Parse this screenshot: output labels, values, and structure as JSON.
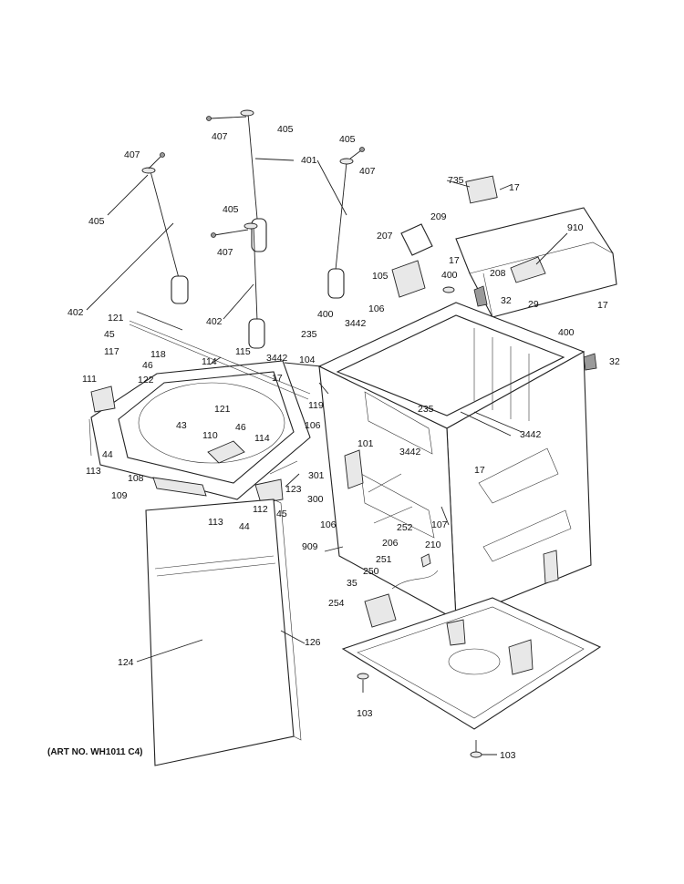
{
  "caption": "(ART NO. WH1011 C4)",
  "callouts": {
    "c405a": "405",
    "c407a": "407",
    "c401": "401",
    "c405b": "405",
    "c407b": "407",
    "c407c": "407",
    "c405c": "405",
    "c405d": "405",
    "c407d": "407",
    "c402a": "402",
    "c402b": "402",
    "c735": "735",
    "c17a": "17",
    "c209": "209",
    "c207": "207",
    "c17b": "17",
    "c910": "910",
    "c105": "105",
    "c400a": "400",
    "c208": "208",
    "c29": "29",
    "c32a": "32",
    "c17c": "17",
    "c121a": "121",
    "c45a": "45",
    "c117": "117",
    "c118": "118",
    "c46a": "46",
    "c114a": "114",
    "c115": "115",
    "c122": "122",
    "c111": "111",
    "c121b": "121",
    "c43": "43",
    "c46b": "46",
    "c114b": "114",
    "c106a": "106",
    "c400b": "400",
    "c235a": "235",
    "c3442a": "3442",
    "c3442b": "3442",
    "c104": "104",
    "c17d": "17",
    "c119": "119",
    "c106b": "106",
    "c400c": "400",
    "c32b": "32",
    "c235b": "235",
    "c3442c": "3442",
    "c101": "101",
    "c110": "110",
    "c44a": "44",
    "c113a": "113",
    "c108": "108",
    "c3442d": "3442",
    "c301": "301",
    "c17e": "17",
    "c123": "123",
    "c109": "109",
    "c300": "300",
    "c112": "112",
    "c45b": "45",
    "c113b": "113",
    "c44b": "44",
    "c106c": "106",
    "c107": "107",
    "c252": "252",
    "c909": "909",
    "c206": "206",
    "c210": "210",
    "c251": "251",
    "c250": "250",
    "c35": "35",
    "c126": "126",
    "c254": "254",
    "c124": "124",
    "c103a": "103",
    "c103b": "103"
  }
}
